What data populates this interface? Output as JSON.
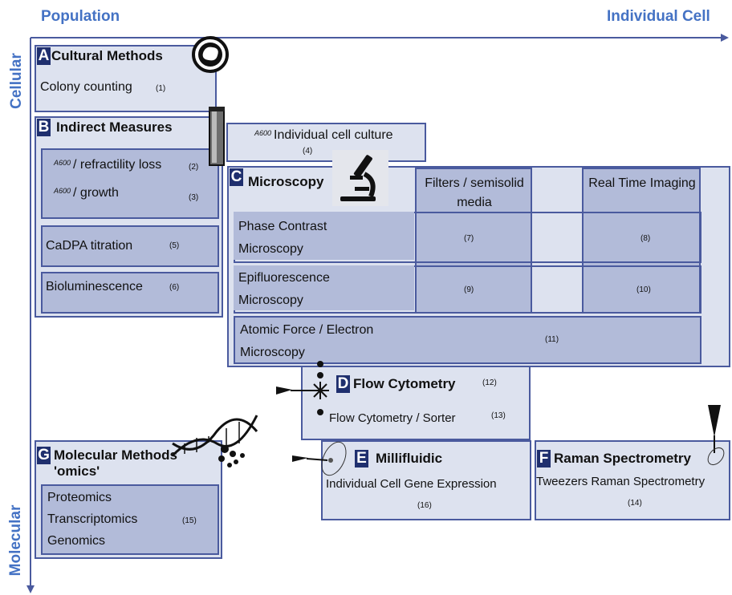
{
  "axis": {
    "top_left": "Population",
    "top_right": "Individual Cell",
    "left_top": "Cellular",
    "left_bottom": "Molecular"
  },
  "cultural": {
    "letter": "A",
    "title": "Cultural Methods",
    "item": "Colony counting",
    "ref": "(1)"
  },
  "indirect": {
    "letter": "B",
    "title": "Indirect Measures",
    "a600": "A600",
    "refract": "/ refractility loss",
    "refract_ref": "(2)",
    "growth": "/ growth",
    "growth_ref": "(3)",
    "cadpa": "CaDPA titration",
    "cadpa_ref": "(5)",
    "biolum": "Bioluminescence",
    "biolum_ref": "(6)"
  },
  "single_culture": {
    "a600": "A600",
    "label": "Individual cell culture",
    "ref": "(4)"
  },
  "microscopy": {
    "letter": "C",
    "title": "Microscopy",
    "col_filters": "Filters / semisolid media",
    "col_realtime": "Real Time Imaging",
    "row_phase": "Phase Contrast Microscopy",
    "phase_ref_filters": "(7)",
    "phase_ref_rt": "(8)",
    "row_epi": "Epifluorescence Microscopy",
    "epi_ref_filters": "(9)",
    "epi_ref_rt": "(10)",
    "row_afm": "Atomic Force / Electron Microscopy",
    "afm_ref": "(11)"
  },
  "flow": {
    "letter": "D",
    "title": "Flow Cytometry",
    "ref": "(12)",
    "item": "Flow Cytometry / Sorter",
    "item_ref": "(13)"
  },
  "milli": {
    "letter": "E",
    "title": "Millifluidic",
    "item": "Individual Cell Gene Expression",
    "ref": "(16)"
  },
  "raman": {
    "letter": "F",
    "title": "Raman Spectrometry",
    "item": "Tweezers Raman Spectrometry",
    "ref": "(14)"
  },
  "molecular": {
    "letter": "G",
    "title": "Molecular Methods",
    "title2": "'omics'",
    "items": [
      "Proteomics",
      "Transcriptomics",
      "Genomics"
    ],
    "ref": "(15)"
  },
  "colors": {
    "axis": "#4472c4",
    "border": "#4a5a9e",
    "box_light": "#dde2ef",
    "box_dark": "#b2bbd9",
    "letter_bg": "#1f2f6e"
  },
  "icons": [
    "petri-dish-icon",
    "cuvette-icon",
    "microscope-icon",
    "laser-icon",
    "dna-icon",
    "cell-icon"
  ]
}
